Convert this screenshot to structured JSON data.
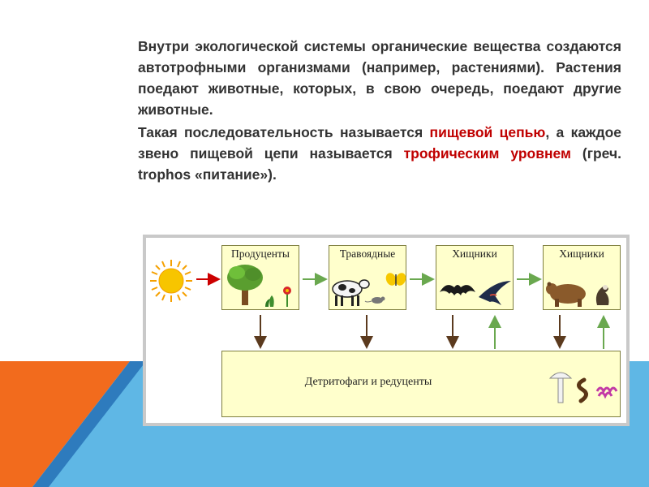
{
  "text": {
    "p1": "Внутри экологической системы органические вещества создаются автотрофными организмами (например, растениями). Растения поедают животные, которых, в свою очередь, поедают другие животные.",
    "p2_before": "Такая последовательность называется ",
    "p2_term1": "пищевой цепью",
    "p2_middle": ", а каждое звено пищевой цепи называется ",
    "p2_term2": "трофическим уровнем",
    "p2_after": " (греч. trophos «питание»)."
  },
  "diagram": {
    "boxes": {
      "producers": "Продуценты",
      "herbivores": "Травоядные",
      "predators1": "Хищники",
      "predators2": "Хищники",
      "detritivores": "Детритофаги и редуценты"
    },
    "colors": {
      "box_fill": "#ffffcc",
      "arrow_green": "#6aa84f",
      "arrow_brown": "#5b3a1e",
      "arrow_red": "#cc0000",
      "sun": "#f5c400"
    }
  },
  "icons": {
    "sun": "sun-icon",
    "tree": "tree-icon",
    "cow": "cow-icon",
    "bat": "bat-icon",
    "bear": "bear-icon",
    "mushroom": "mushroom-icon",
    "worm": "worm-icon"
  }
}
